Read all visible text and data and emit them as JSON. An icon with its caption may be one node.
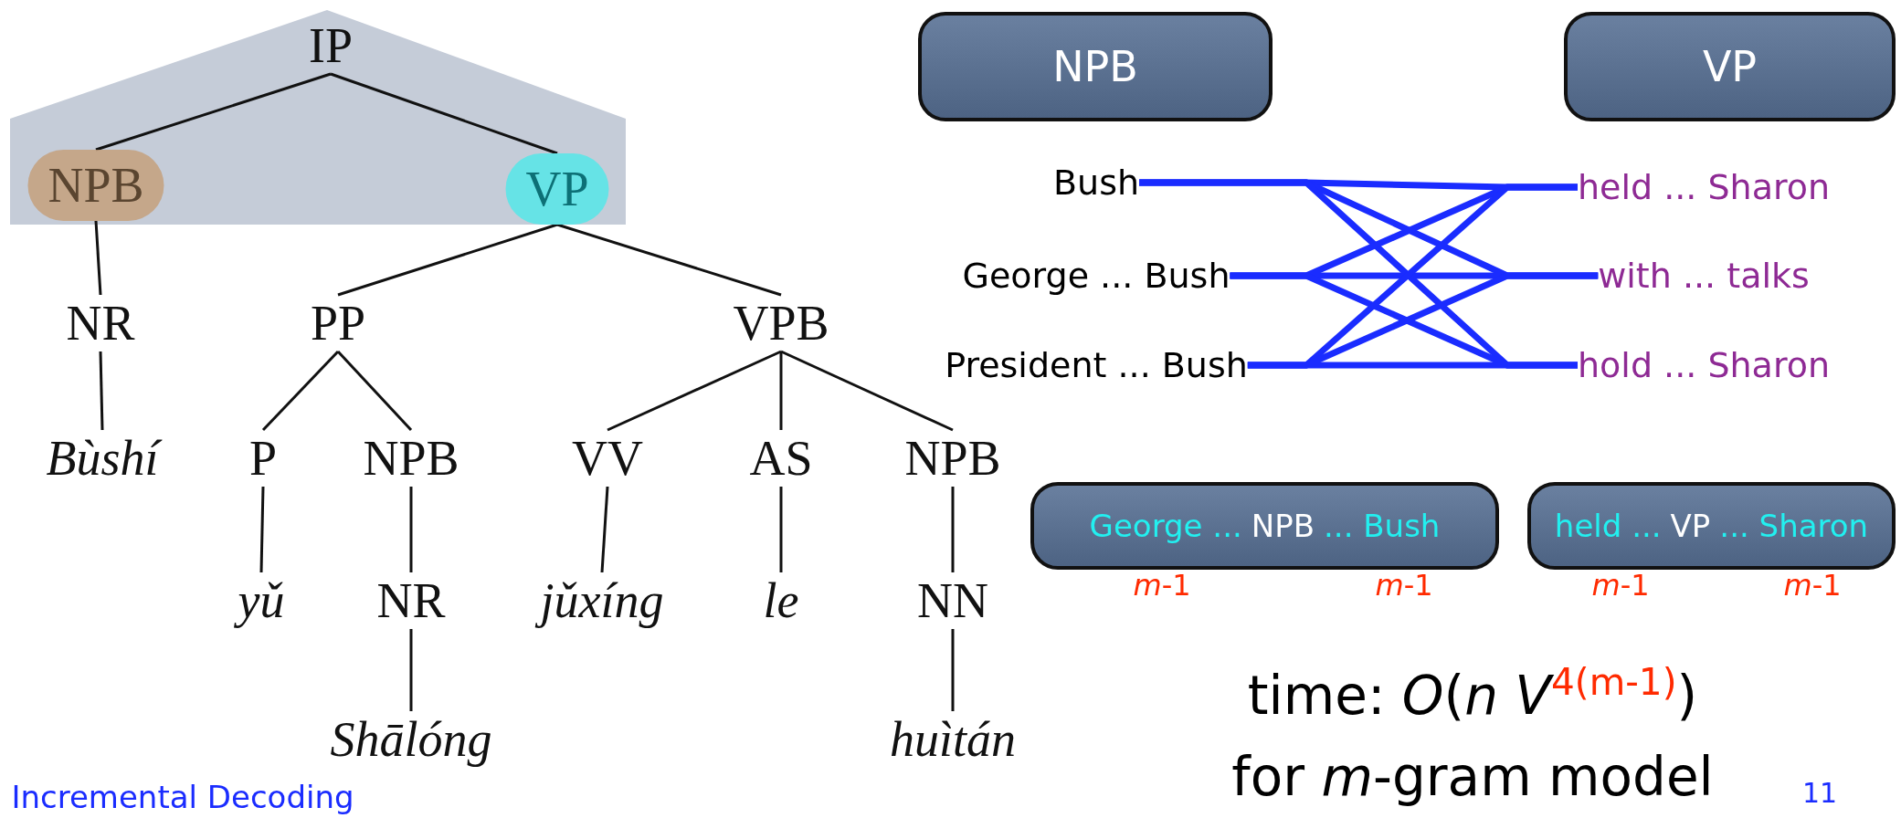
{
  "diagram": {
    "nodes": [
      {
        "text": [
          "IP"
        ]
      },
      {
        "text": [
          "NPB"
        ]
      },
      {
        "text": [
          "VP"
        ]
      },
      {
        "text": [
          "NR"
        ]
      },
      {
        "text": [
          "PP"
        ]
      },
      {
        "text": [
          "VPB"
        ]
      },
      {
        "text": [
          "Bùshí"
        ]
      },
      {
        "text": [
          "P"
        ]
      },
      {
        "text": [
          "NPB"
        ]
      },
      {
        "text": [
          "VV"
        ]
      },
      {
        "text": [
          "AS"
        ]
      },
      {
        "text": [
          "NPB"
        ]
      },
      {
        "text": [
          "yǔ"
        ]
      },
      {
        "text": [
          "NR"
        ]
      },
      {
        "text": [
          "jǔxíng"
        ]
      },
      {
        "text": [
          "le"
        ]
      },
      {
        "text": [
          "NN"
        ]
      },
      {
        "text": [
          "Shālóng"
        ]
      },
      {
        "text": [
          "huìtán"
        ]
      },
      {
        "text": [
          "NPB"
        ]
      },
      {
        "text": [
          "VP"
        ]
      },
      {
        "text": [
          "Bush"
        ]
      },
      {
        "text": [
          "held ... Sharon"
        ]
      },
      {
        "text": [
          "George ... Bush"
        ]
      },
      {
        "text": [
          "with ... talks"
        ]
      },
      {
        "text": [
          "President ... Bush"
        ]
      },
      {
        "text": [
          "hold ... Sharon"
        ]
      },
      {
        "text": [
          "George ...",
          "NPB",
          "... Bush"
        ],
        "beside": [
          "*m*-1",
          "*m*-1"
        ]
      },
      {
        "text": [
          "held ...",
          "VP",
          "... Sharon"
        ],
        "beside": [
          "*m*-1",
          "*m*-1"
        ]
      }
    ],
    "edges": [
      {
        "from": 0,
        "to": 1,
        "arrow": "none"
      },
      {
        "from": 0,
        "to": 2,
        "arrow": "none"
      },
      {
        "from": 1,
        "to": 3,
        "arrow": "none"
      },
      {
        "from": 2,
        "to": 4,
        "arrow": "none"
      },
      {
        "from": 2,
        "to": 5,
        "arrow": "none"
      },
      {
        "from": 3,
        "to": 6,
        "arrow": "none"
      },
      {
        "from": 4,
        "to": 7,
        "arrow": "none"
      },
      {
        "from": 4,
        "to": 8,
        "arrow": "none"
      },
      {
        "from": 5,
        "to": 9,
        "arrow": "none"
      },
      {
        "from": 5,
        "to": 10,
        "arrow": "none"
      },
      {
        "from": 5,
        "to": 11,
        "arrow": "none"
      },
      {
        "from": 7,
        "to": 12,
        "arrow": "none"
      },
      {
        "from": 8,
        "to": 13,
        "arrow": "none"
      },
      {
        "from": 9,
        "to": 14,
        "arrow": "none"
      },
      {
        "from": 10,
        "to": 15,
        "arrow": "none"
      },
      {
        "from": 11,
        "to": 16,
        "arrow": "none"
      },
      {
        "from": 13,
        "to": 17,
        "arrow": "none"
      },
      {
        "from": 16,
        "to": 18,
        "arrow": "none"
      },
      {
        "from": 21,
        "to": 22,
        "arrow": "none",
        "style": "thick",
        "color": "#1a2cff"
      },
      {
        "from": 21,
        "to": 24,
        "arrow": "none",
        "style": "thick",
        "color": "#1a2cff"
      },
      {
        "from": 21,
        "to": 26,
        "arrow": "none",
        "style": "thick",
        "color": "#1a2cff"
      },
      {
        "from": 23,
        "to": 22,
        "arrow": "none",
        "style": "thick",
        "color": "#1a2cff"
      },
      {
        "from": 23,
        "to": 24,
        "arrow": "none",
        "style": "thick",
        "color": "#1a2cff"
      },
      {
        "from": 23,
        "to": 26,
        "arrow": "none",
        "style": "thick",
        "color": "#1a2cff"
      },
      {
        "from": 25,
        "to": 22,
        "arrow": "none",
        "style": "thick",
        "color": "#1a2cff"
      },
      {
        "from": 25,
        "to": 24,
        "arrow": "none",
        "style": "thick",
        "color": "#1a2cff"
      },
      {
        "from": 25,
        "to": 26,
        "arrow": "none",
        "style": "thick",
        "color": "#1a2cff"
      }
    ],
    "labels": [
      "time: *O*(*n* *V*$^{4(m-1)}$)",
      "for *m*-gram model",
      "Incremental Decoding",
      "11"
    ]
  }
}
